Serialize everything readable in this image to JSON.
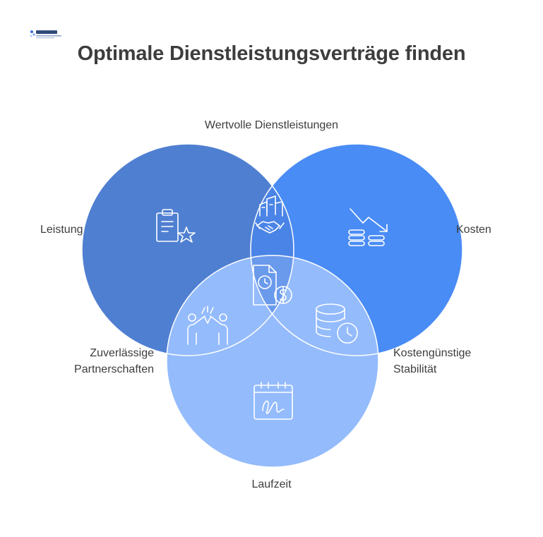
{
  "brand": {
    "logo_icon": "company-logo-icon"
  },
  "title": "Optimale Dienstleistungsverträge finden",
  "colors": {
    "left_circle": "#4f7fd1",
    "right_circle": "#4a8cf5",
    "bottom_circle": "#94bbfc",
    "top_overlap": "#4a84e6",
    "center_overlap": "#6a9aec",
    "text": "#3d3d3d"
  },
  "sets": {
    "left": {
      "label": "Leistung",
      "icon": "clipboard-star-icon"
    },
    "right": {
      "label": "Kosten",
      "icon": "coins-decline-icon"
    },
    "bottom": {
      "label": "Laufzeit",
      "icon": "calendar-signature-icon"
    }
  },
  "intersections": {
    "left_right": {
      "label": "Wertvolle Dienstleistungen",
      "icon": "handshake-building-icon"
    },
    "left_bottom": {
      "label_line1": "Zuverlässige",
      "label_line2": "Partnerschaften",
      "icon": "high-five-icon"
    },
    "right_bottom": {
      "label_line1": "Kostengünstige",
      "label_line2": "Stabilität",
      "icon": "database-clock-icon"
    },
    "center": {
      "icon": "document-clock-dollar-icon"
    }
  }
}
